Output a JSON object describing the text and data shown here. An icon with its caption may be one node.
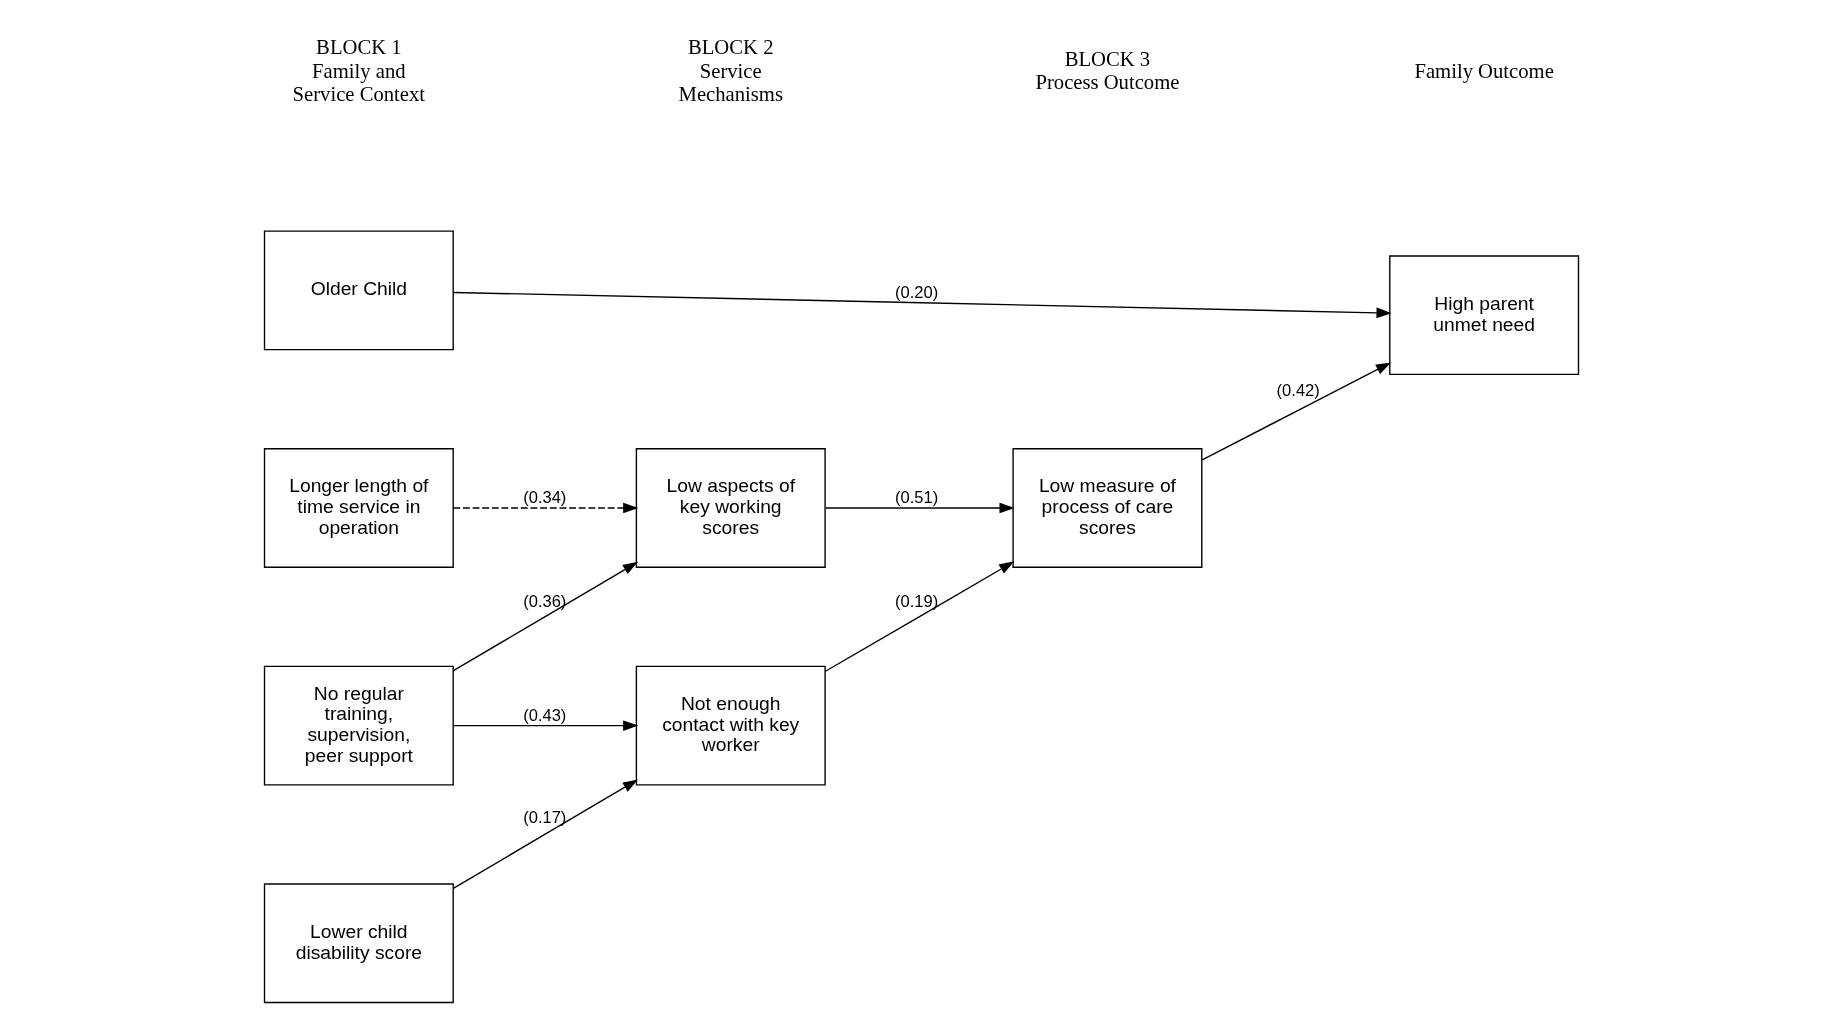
{
  "diagram": {
    "nodes": [
      {
        "text": [
          "Older Child"
        ]
      },
      {
        "text": [
          "Longer length of time service in operation"
        ]
      },
      {
        "text": [
          "No regular training, supervision, peer support"
        ]
      },
      {
        "text": [
          "Lower child disability score"
        ]
      },
      {
        "text": [
          "Low aspects of key working scores"
        ]
      },
      {
        "text": [
          "Not enough contact with key worker"
        ]
      },
      {
        "text": [
          "Low measure of process of care scores"
        ]
      },
      {
        "text": [
          "High parent unmet need"
        ]
      }
    ],
    "edges": [
      {
        "from": 0,
        "to": 7,
        "arrow": "to",
        "label": "(0.20)"
      },
      {
        "from": 1,
        "to": 4,
        "arrow": "to",
        "label": "(0.34)",
        "style": "dashed"
      },
      {
        "from": 2,
        "to": 4,
        "arrow": "to",
        "label": "(0.36)"
      },
      {
        "from": 2,
        "to": 5,
        "arrow": "to",
        "label": "(0.43)"
      },
      {
        "from": 3,
        "to": 5,
        "arrow": "to",
        "label": "(0.17)"
      },
      {
        "from": 4,
        "to": 6,
        "arrow": "to",
        "label": "(0.51)"
      },
      {
        "from": 5,
        "to": 6,
        "arrow": "to",
        "label": "(0.19)"
      },
      {
        "from": 6,
        "to": 7,
        "arrow": "to",
        "label": "(0.42)"
      }
    ],
    "labels": [
      "BLOCK 1",
      "Family and Service Context",
      "BLOCK 2",
      "Service Mechanisms",
      "BLOCK 3",
      "Process Outcome",
      "Family Outcome"
    ]
  }
}
